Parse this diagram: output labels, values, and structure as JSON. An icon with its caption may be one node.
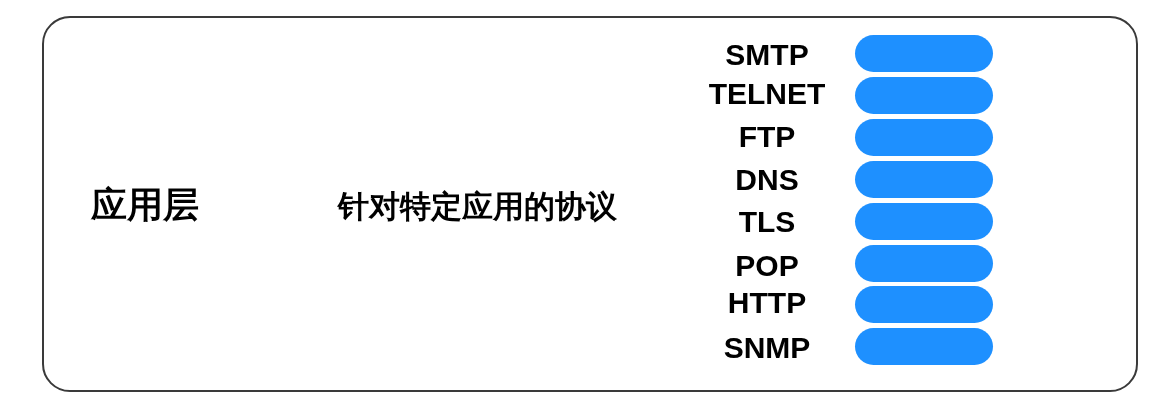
{
  "diagram": {
    "nodes": [
      {
        "text": [
          "应用层",
          "针对特定应用的协议"
        ]
      },
      {
        "text": [],
        "shape": "bar",
        "in": 0,
        "beside": [
          "SMTP"
        ]
      },
      {
        "text": [],
        "shape": "bar",
        "in": 0,
        "beside": [
          "TELNET"
        ]
      },
      {
        "text": [],
        "shape": "bar",
        "in": 0,
        "beside": [
          "FTP"
        ]
      },
      {
        "text": [],
        "shape": "bar",
        "in": 0,
        "beside": [
          "DNS"
        ]
      },
      {
        "text": [],
        "shape": "bar",
        "in": 0,
        "beside": [
          "TLS"
        ]
      },
      {
        "text": [],
        "shape": "bar",
        "in": 0,
        "beside": [
          "POP"
        ]
      },
      {
        "text": [],
        "shape": "bar",
        "in": 0,
        "beside": [
          "HTTP"
        ]
      },
      {
        "text": [],
        "shape": "bar",
        "in": 0,
        "beside": [
          "SNMP"
        ]
      }
    ]
  }
}
